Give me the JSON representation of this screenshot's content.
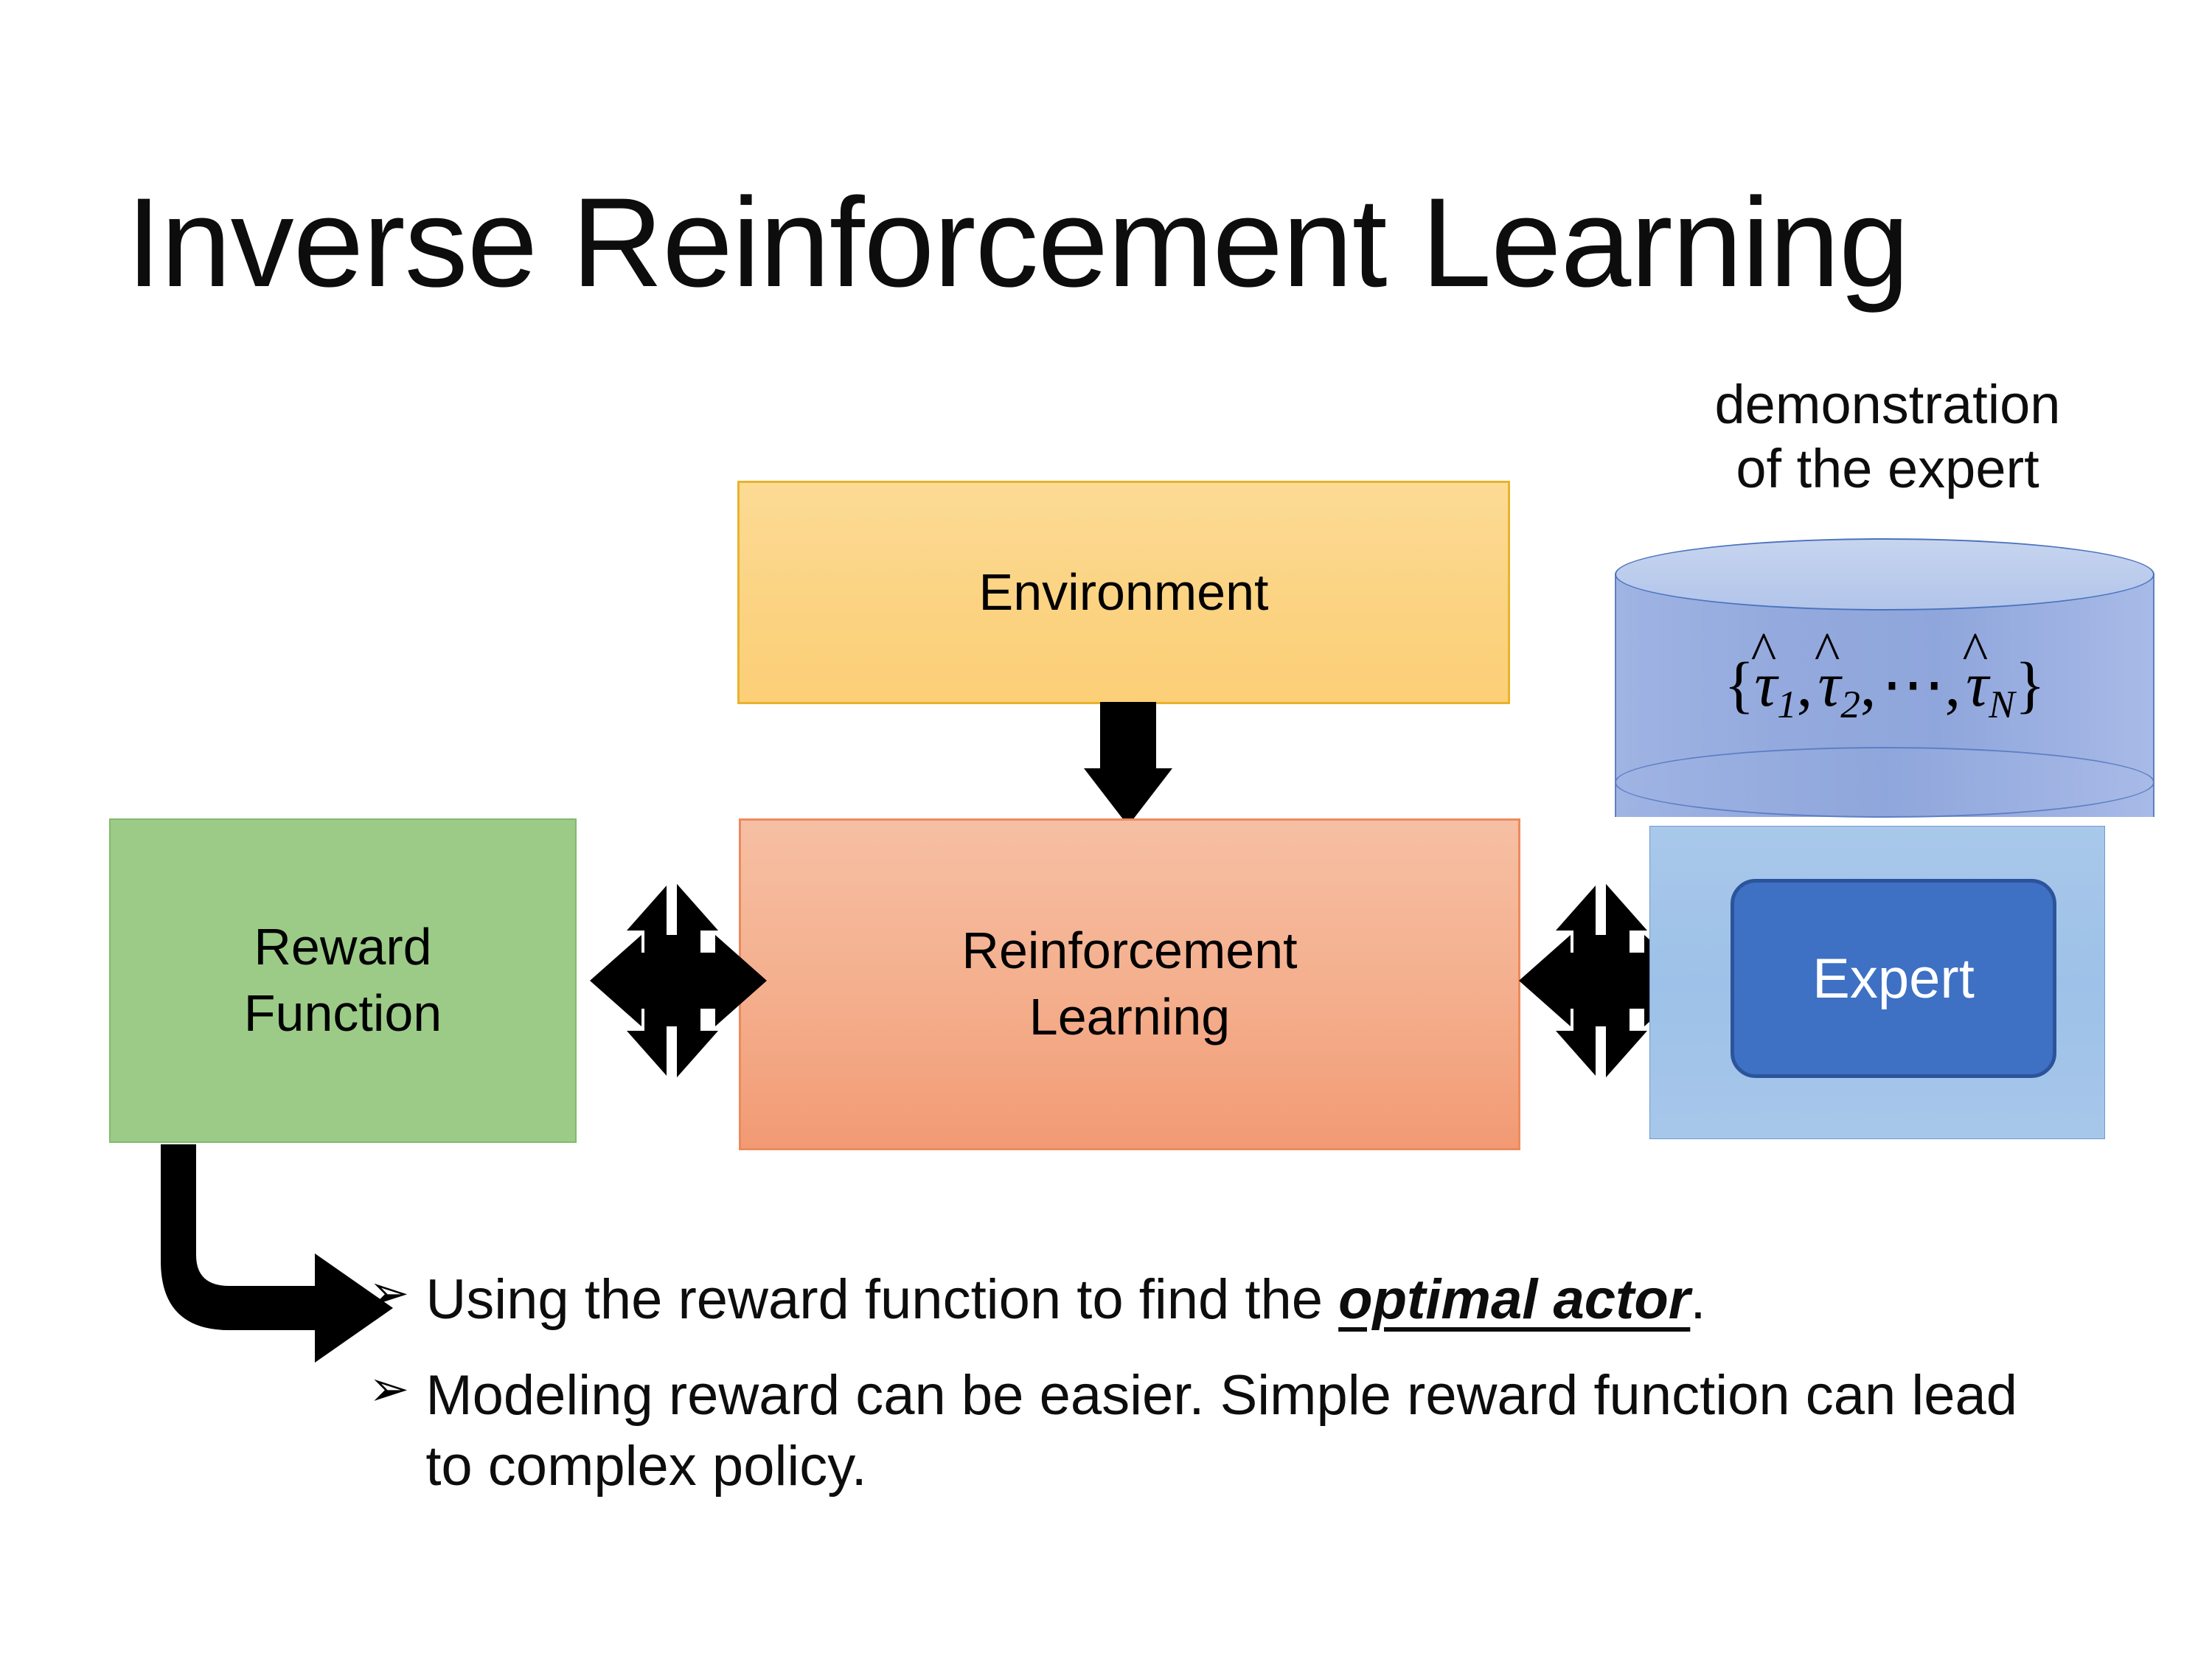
{
  "slide": {
    "title": "Inverse Reinforcement Learning",
    "background": "#ffffff"
  },
  "diagram": {
    "environment_box": {
      "label": "Environment",
      "fill": "#fbd382",
      "border": "#e8b22c"
    },
    "rl_box": {
      "label_line1": "Reinforcement",
      "label_line2": "Learning",
      "fill": "#f4ae8c",
      "border": "#ed8a5c"
    },
    "reward_box": {
      "label_line1": "Reward",
      "label_line2": "Function",
      "fill": "#9ccb87",
      "border": "#83b96c"
    },
    "expert_group": {
      "caption_line1": "demonstration",
      "caption_line2": "of the expert",
      "cylinder_formula": "{τ̂₁, τ̂₂, ⋯, τ̂N}",
      "cylinder_parts": {
        "open_brace": "{",
        "tau": "τ",
        "hat": "^",
        "sub1": "1",
        "sub2": "2",
        "subN": "N",
        "comma": ",",
        "ellipsis": "⋯",
        "close_brace": "}"
      },
      "expert_label": "Expert",
      "panel_fill": "#a4c4e9",
      "expert_fill": "#3e70c4",
      "expert_border": "#2c549b",
      "expert_text_color": "#ffffff",
      "cylinder_fill": "#94aade",
      "cylinder_top_fill": "#bacbec",
      "cylinder_border": "#5d7fc4"
    },
    "connectors": {
      "environment_to_rl": "down-arrow",
      "reward_to_rl": "four-way-arrow",
      "rl_to_expert": "four-way-arrow",
      "reward_to_bullets": "bent-arrow",
      "arrow_color": "#000000"
    }
  },
  "bullets": {
    "marker": "➢",
    "items": [
      {
        "prefix": "Using the reward function to find the ",
        "emphasis": "optimal actor",
        "suffix": "."
      },
      {
        "prefix": "Modeling reward can be easier. Simple reward function can lead to complex policy.",
        "emphasis": "",
        "suffix": ""
      }
    ]
  }
}
